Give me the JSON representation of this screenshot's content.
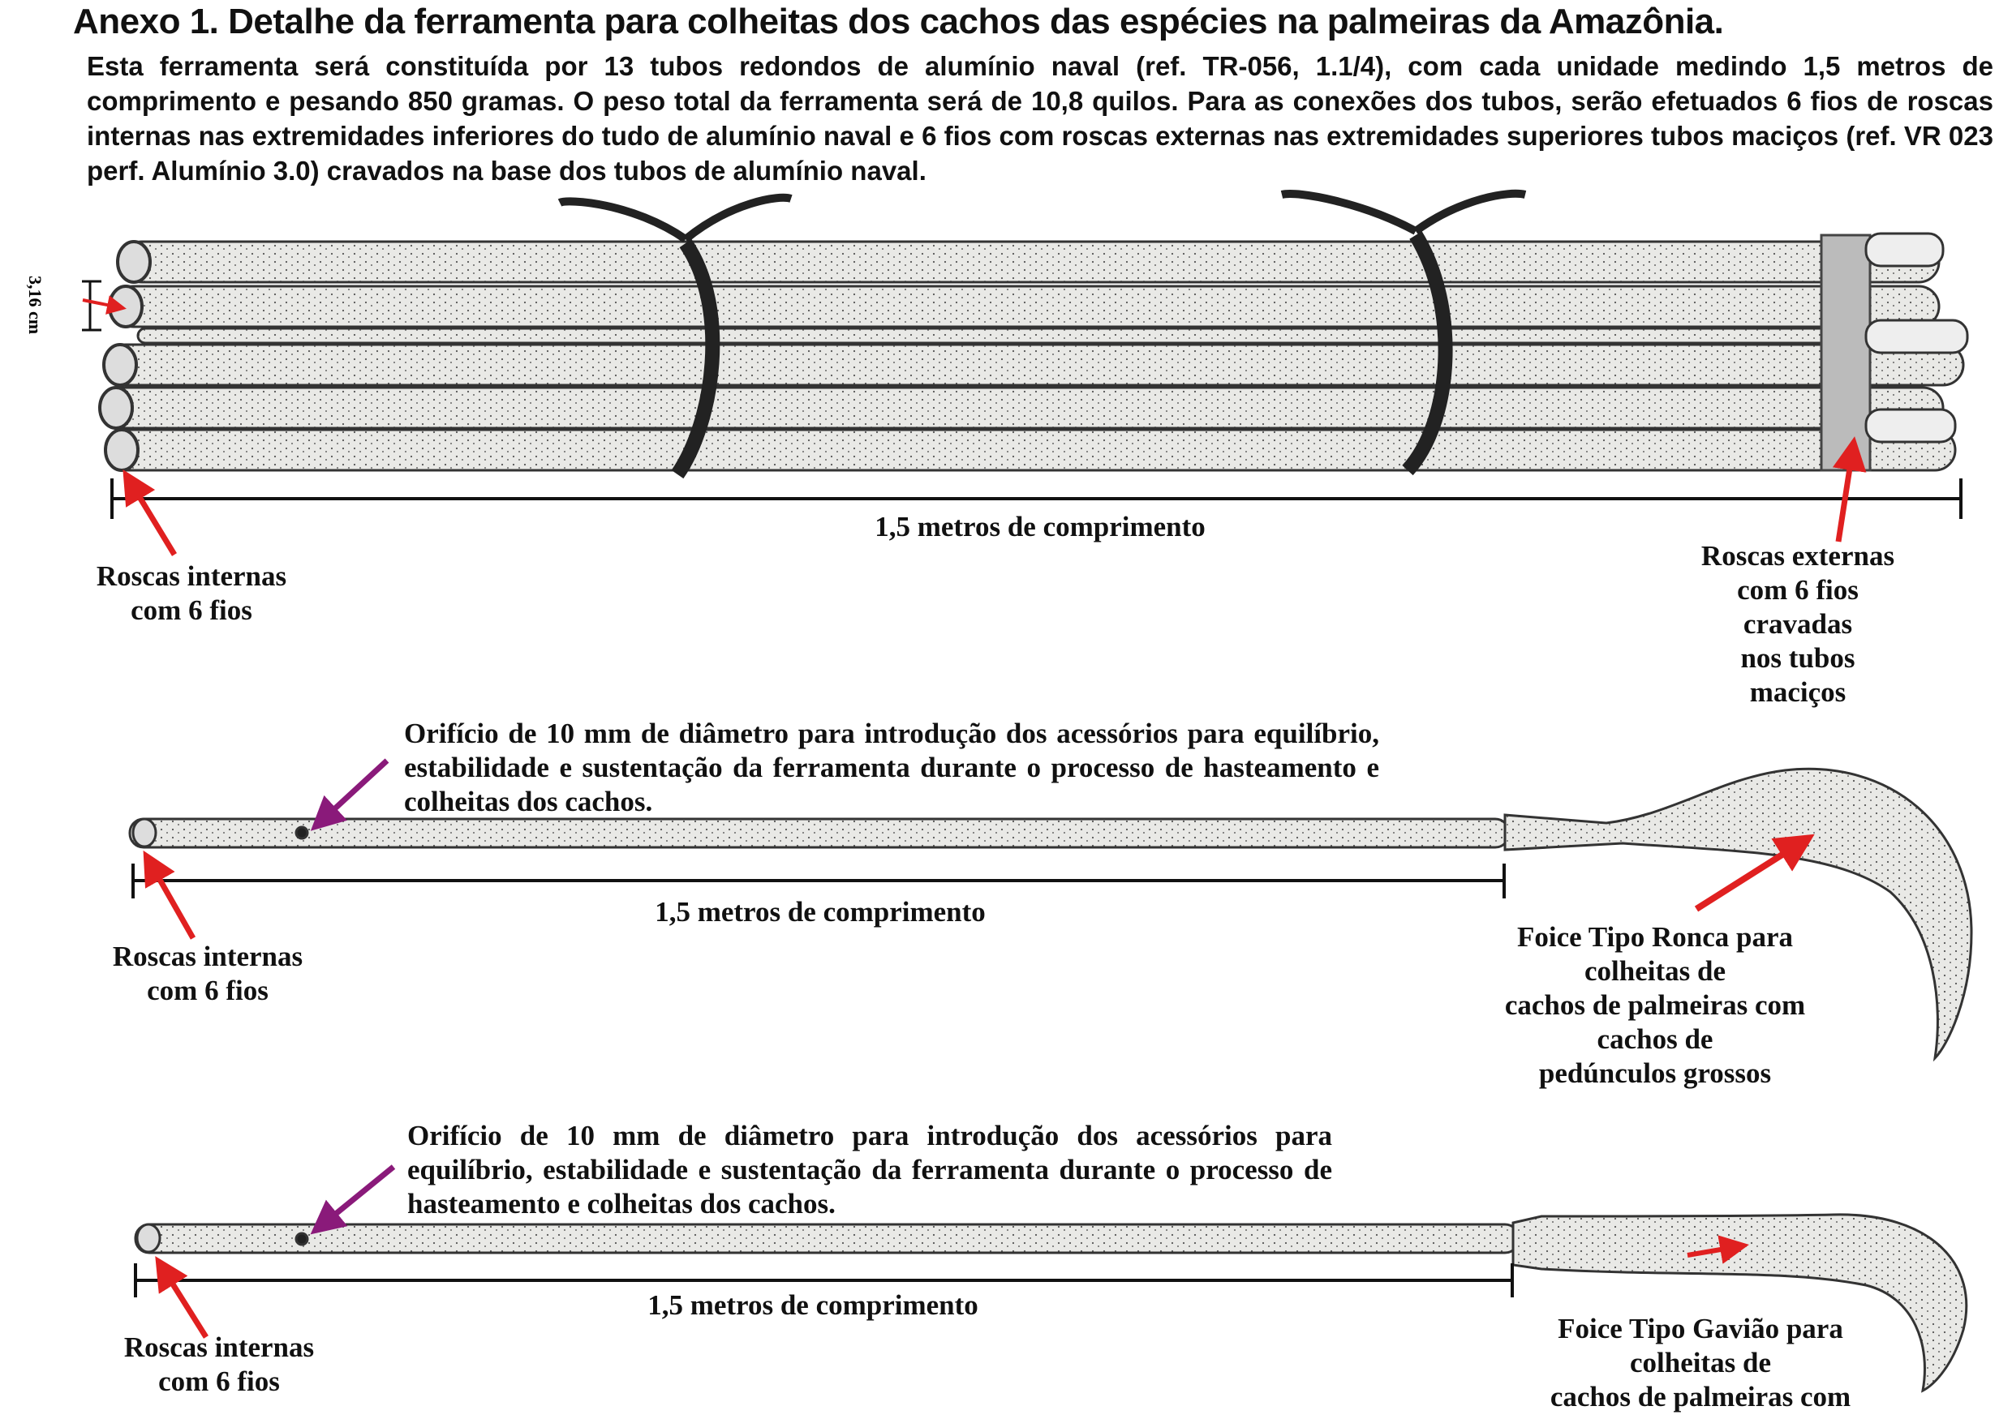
{
  "title": "Anexo 1. Detalhe da ferramenta para colheitas dos cachos das espécies na palmeiras da Amazônia.",
  "intro": "Esta ferramenta será constituída por 13 tubos redondos de alumínio naval (ref. TR-056, 1.1/4), com cada unidade medindo 1,5 metros de comprimento e pesando 850 gramas. O peso total da ferramenta será de 10,8 quilos. Para as conexões dos tubos, serão efetuados 6 fios de roscas internas nas extremidades inferiores do tudo de alumínio naval e 6 fios com roscas externas nas extremidades superiores tubos maciços (ref. VR 023 perf. Alumínio 3.0) cravados na base dos tubos de alumínio naval.",
  "colors": {
    "arrow_red": "#e02020",
    "arrow_purple": "#8a1a7a",
    "tube_fill": "#e9e9e6",
    "strap": "#222222"
  },
  "bundle": {
    "diameter_label": "3,16 cm",
    "length_label": "1,5 metros de comprimento",
    "left_label": "Roscas internas\ncom 6 fios",
    "right_label": "Roscas externas\ncom 6 fios cravadas\nnos tubos maciços"
  },
  "tool_ronca": {
    "hole_note": "Orifício de 10 mm de diâmetro para introdução dos acessórios para equilíbrio, estabilidade e sustentação da ferramenta durante o processo de hasteamento e colheitas dos cachos.",
    "length_label": "1,5 metros de comprimento",
    "left_label": "Roscas internas\ncom 6 fios",
    "sickle_label": "Foice Tipo Ronca para colheitas de\ncachos de palmeiras com cachos de\npedúnculos  grossos"
  },
  "tool_gaviao": {
    "hole_note": "Orifício de 10 mm de diâmetro para introdução dos acessórios para equilíbrio, estabilidade e sustentação da ferramenta durante o processo de hasteamento e colheitas dos  cachos.",
    "length_label": "1,5 metros de comprimento",
    "left_label": "Roscas internas\ncom 6 fios",
    "sickle_label": "Foice Tipo Gavião para colheitas de\ncachos de palmeiras com cachos de\npedúnculos  finos"
  }
}
